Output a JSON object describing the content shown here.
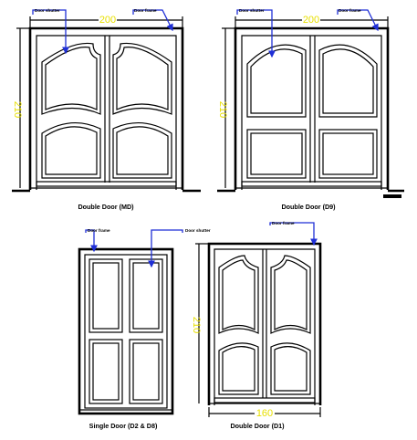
{
  "labels": {
    "door_shutter": "Door shutter",
    "door_frame": "Door frame"
  },
  "drawings": [
    {
      "caption": "Double Door (MD)",
      "width_dim": "200",
      "height_dim": "210"
    },
    {
      "caption": "Double Door (D9)",
      "width_dim": "200",
      "height_dim": "210"
    },
    {
      "caption": "Single Door (D2 & D8)"
    },
    {
      "caption": "Double Door (D1)",
      "width_dim": "160",
      "height_dim": "210"
    }
  ],
  "colors": {
    "line": "#000000",
    "leader": "#1f2fd6",
    "dimension": "#e8e000"
  }
}
